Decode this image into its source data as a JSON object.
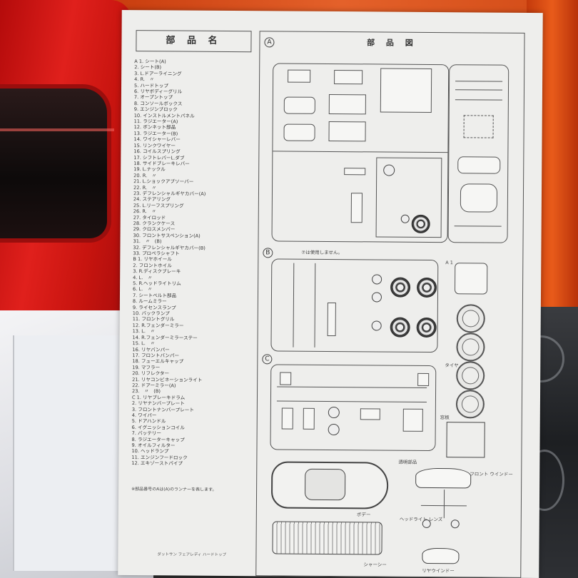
{
  "parts_list": {
    "title": "部 品 名",
    "items": [
      "A 1. シート(A)",
      "2. シート(B)",
      "3. L.ドアーライニング",
      "4. R.　〃",
      "5. ハードトップ",
      "6. リヤボディーグリル",
      "7. オープントップ",
      "8. コンソールボックス",
      "9. エンジンブロック",
      "10. インストルメントパネル",
      "11. ラジエーター(A)",
      "12. ボンネット部品",
      "13. ラジエーター(B)",
      "14. ワイシャーレバー",
      "15. リンクワイヤー",
      "16. コイルスプリング",
      "17. シフトレバーL.ダブ",
      "18. サイドブレーキレバー",
      "19. L.ナックル",
      "20. R.　〃",
      "21. L.ショックアブソーバー",
      "22. R.　〃",
      "23. デフレンシャルギヤカバー(A)",
      "24. ステアリング",
      "25. L.リーフスプリング",
      "26. R.　〃",
      "27. タイロッド",
      "28. クランクケース",
      "29. クロスメンバー",
      "30. フロントサスペンション(A)",
      "31.　〃　(B)",
      "32. デフレンシャルギヤカバー(B)",
      "33. プロペラシャフト",
      "B 1. リヤホイール",
      "2. フロントホイル",
      "3. R.ディスクブレーキ",
      "4. L.　〃",
      "5. R.ヘッドライトリム",
      "6. L.　〃",
      "7. シートベルト部品",
      "8. ルームミラー",
      "9. ライセンスランプ",
      "10. バックランプ",
      "11. フロントグリル",
      "12. R.フェンダーミラー",
      "13. L.　〃",
      "14. R.フェンダーミラーステー",
      "15. L.　〃",
      "16. リヤバンパー",
      "17. フロントバンパー",
      "18. フューエルキャップ",
      "19. マフラー",
      "20. リフレクター",
      "21. リヤコンビネーションライト",
      "22. ドアーミラー(A)",
      "23.　〃　(B)",
      "C 1. リヤブレーキドラム",
      "2. リヤナンバープレート",
      "3. フロントナンバープレート",
      "4. ワイパー",
      "5. ドアハンドル",
      "6. イグニッションコイル",
      "7. バッテリー",
      "8. ラジエーターキャップ",
      "9. オイルフィルター",
      "10. ヘッドランプ",
      "11. エンジンフードロック",
      "12. エキゾーストパイプ"
    ],
    "note": "※部品番号のAは(A)のランナーを表します。",
    "spec_title": "ダットサン フェアレディ ハードトップ"
  },
  "diagram": {
    "title": "部 品 図",
    "section_a": "A",
    "section_b": "B",
    "section_c": "C",
    "b_note": "⑦は使用しません。",
    "labels": {
      "tire": "タイヤ",
      "clear_parts": "透明部品",
      "front_window": "フロント ウインドー",
      "body": "ボデー",
      "chassis": "シャーシー",
      "rear_window": "リヤウインドー",
      "headlight_lens": "ヘッドライト レンズ",
      "window_label": "窓板",
      "a1": "A 1"
    }
  },
  "colors": {
    "car_red": "#d81e18",
    "box_orange": "#e0551a",
    "paper": "#eeeeec"
  }
}
